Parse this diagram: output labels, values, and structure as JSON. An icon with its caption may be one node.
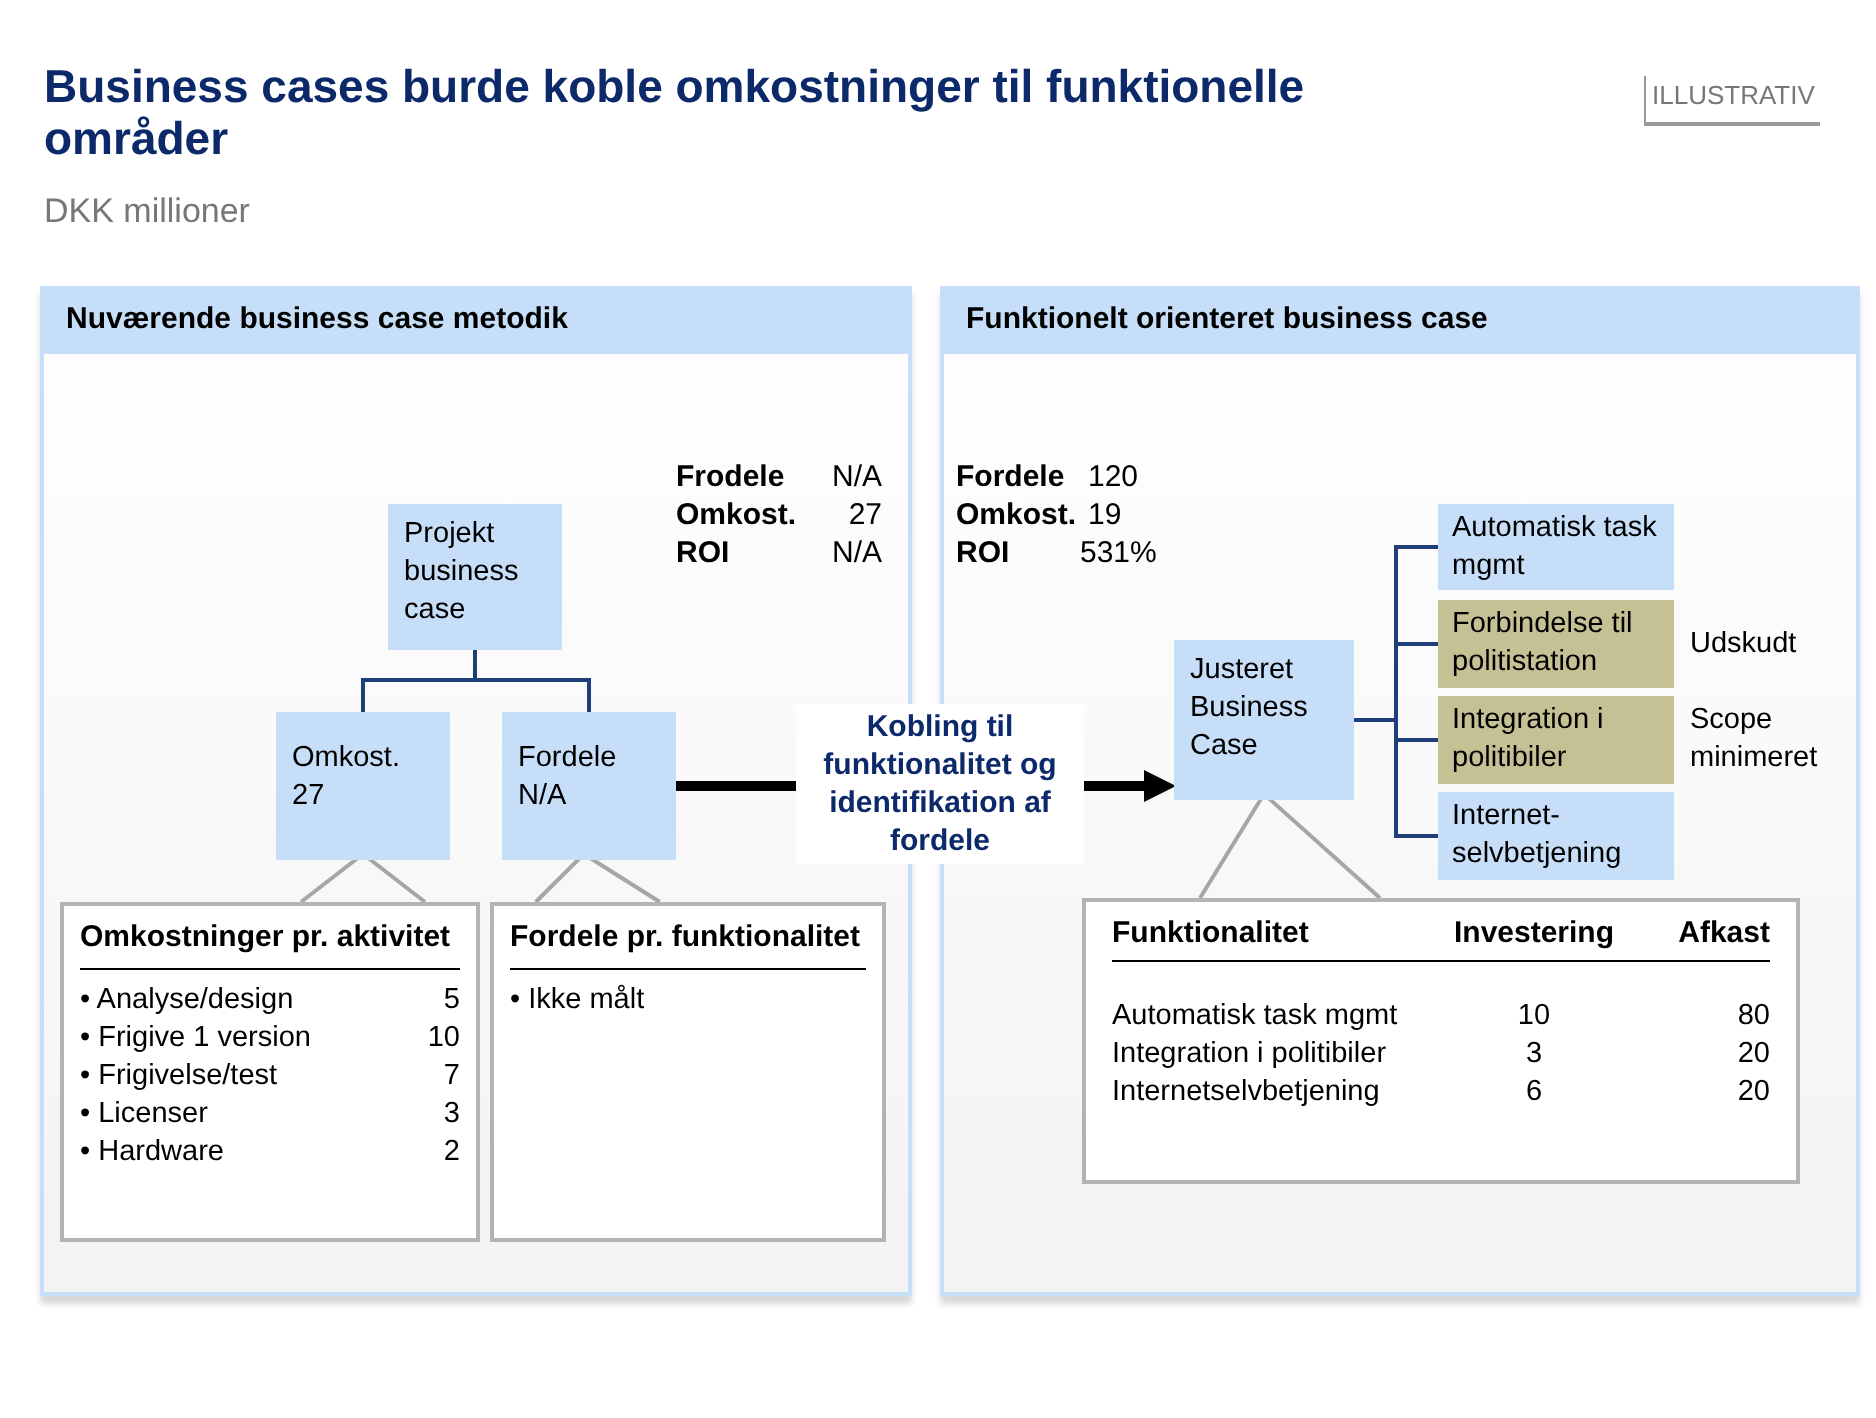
{
  "diagram": {
    "title": "Business cases burde koble omkostninger til funktionelle områder",
    "nodes": [
      {
        "text": [
          "Nuværende business case metodik"
        ]
      },
      {
        "text": [
          "Projekt business case"
        ],
        "in": 0
      },
      {
        "text": [
          "Omkost. 27"
        ],
        "in": 0
      },
      {
        "text": [
          "Fordele N/A"
        ],
        "in": 0
      },
      {
        "text": [
          "Omkostninger pr. aktivitet",
          "• Analyse/design",
          "5",
          "• Frigive 1 version",
          "10",
          "• Frigivelse/test",
          "7",
          "• Licenser",
          "3",
          "• Hardware",
          "2"
        ],
        "in": 0
      },
      {
        "text": [
          "Fordele pr. funktionalitet",
          "• Ikke målt"
        ],
        "in": 0
      },
      {
        "text": [
          "Funktionelt orienteret business case"
        ]
      },
      {
        "text": [
          "Justeret Business Case"
        ],
        "in": 6
      },
      {
        "text": [
          "Automatisk task mgmt"
        ],
        "in": 6
      },
      {
        "text": [
          "Forbindelse til politistation"
        ],
        "in": 6,
        "beside": [
          "Udskudt"
        ]
      },
      {
        "text": [
          "Integration i politibiler"
        ],
        "in": 6,
        "beside": [
          "Scope minimeret"
        ]
      },
      {
        "text": [
          "Internet- selvbetjening"
        ],
        "in": 6
      },
      {
        "text": [
          "Funktionalitet",
          "Investering",
          "Afkast",
          "Automatisk task mgmt",
          "10",
          "80",
          "Integration i politibiler",
          "3",
          "20",
          "Internetselvbetjening",
          "6",
          "20"
        ],
        "in": 6
      }
    ],
    "edges": [
      {
        "from": 1,
        "to": 2,
        "arrow": "none"
      },
      {
        "from": 1,
        "to": 3,
        "arrow": "none"
      },
      {
        "from": 4,
        "to": 2,
        "arrow": "none",
        "color": "#a6a6a6"
      },
      {
        "from": 5,
        "to": 3,
        "arrow": "none",
        "color": "#a6a6a6"
      },
      {
        "from": 3,
        "to": 7,
        "arrow": "to",
        "label": "Kobling til funktionalitet og identifikation af fordele",
        "style": "thick",
        "color": "#000000"
      },
      {
        "from": 7,
        "to": 8,
        "arrow": "none"
      },
      {
        "from": 7,
        "to": 9,
        "arrow": "none"
      },
      {
        "from": 7,
        "to": 10,
        "arrow": "none"
      },
      {
        "from": 7,
        "to": 11,
        "arrow": "none"
      },
      {
        "from": 12,
        "to": 7,
        "arrow": "none",
        "color": "#a6a6a6"
      }
    ],
    "labels": [
      "ILLUSTRATIV",
      "DKK millioner",
      "Frodele",
      "N/A",
      "Omkost.",
      "27",
      "ROI",
      "N/A",
      "Fordele",
      "120",
      "Omkost.",
      "19",
      "ROI",
      "531%"
    ]
  }
}
